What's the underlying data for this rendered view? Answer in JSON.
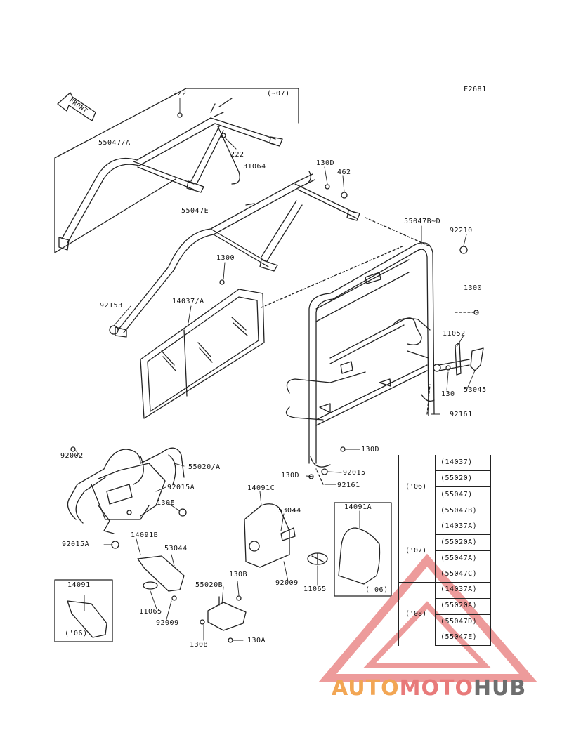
{
  "figure_code": "F2681",
  "front_label": "FRONT",
  "callouts": {
    "c222a": "222",
    "c07": "(~07)",
    "c55047a": "55047/A",
    "c222b": "222",
    "c31064": "31064",
    "c130d1": "130D",
    "c462": "462",
    "c55047e": "55047E",
    "c55047bd": "55047B~D",
    "c92210": "92210",
    "c1300a": "1300",
    "c1300b": "1300",
    "c92153": "92153",
    "c14037a": "14037/A",
    "c11052": "11052",
    "c130": "130",
    "c53045": "53045",
    "c92161a": "92161",
    "c130d2": "130D",
    "c92002": "92002",
    "c55020a": "55020/A",
    "c130d3": "130D",
    "c92015": "92015",
    "c92161b": "92161",
    "c92015a1": "92015A",
    "c130e": "130E",
    "c14091c": "14091C",
    "c53044a": "53044",
    "c14091a": "14091A",
    "c92015a2": "92015A",
    "c14091b": "14091B",
    "c53044b": "53044",
    "c130b1": "130B",
    "c92009a": "92009",
    "c11065a": "11065",
    "c06a": "('06)",
    "c14091": "14091",
    "c55020b": "55020B",
    "c11065b": "11065",
    "c92009b": "92009",
    "c06b": "('06)",
    "c130b2": "130B",
    "c130a": "130A"
  },
  "applicability_table": {
    "groups": [
      {
        "year": "('06)",
        "parts": [
          "(14037)",
          "(55020)",
          "(55047)",
          "(55047B)"
        ]
      },
      {
        "year": "('07)",
        "parts": [
          "(14037A)",
          "(55020A)",
          "(55047A)",
          "(55047C)"
        ]
      },
      {
        "year": "('08)",
        "parts": [
          "(14037A)",
          "(55020A)",
          "(55047D)",
          "(55047E)"
        ]
      }
    ]
  },
  "watermark": {
    "part1": "AUTO",
    "part2": "MOTO",
    "part3": "HUB"
  },
  "colors": {
    "line": "#222222",
    "watermark_orange": "#f2a654",
    "watermark_red": "#e87a7a",
    "watermark_gray": "#6e6e6e"
  }
}
